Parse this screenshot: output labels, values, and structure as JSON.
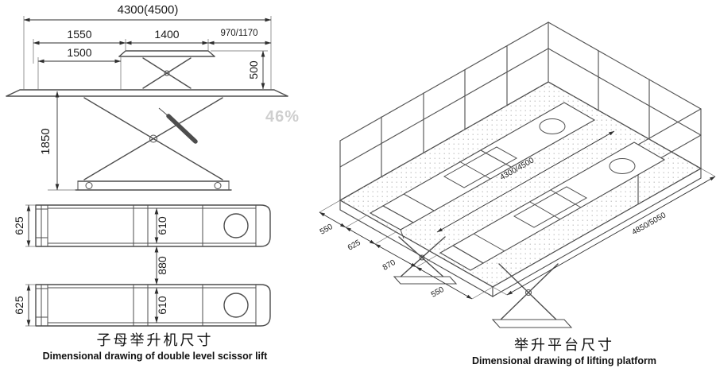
{
  "watermark": "46%",
  "side_view": {
    "dim_total": "4300(4500)",
    "dim_1550": "1550",
    "dim_1400": "1400",
    "dim_970": "970/1170",
    "dim_1500": "1500",
    "dim_500": "500",
    "dim_1850": "1850"
  },
  "plan_view": {
    "dim_625_top": "625",
    "dim_610_top": "610",
    "dim_880": "880",
    "dim_610_bottom": "610",
    "dim_625_bottom": "625"
  },
  "iso_view": {
    "dim_550_a": "550",
    "dim_625": "625",
    "dim_870": "870",
    "dim_550_b": "550",
    "dim_runway_length": "4300/4500",
    "dim_total_length": "4850/5050"
  },
  "captions": {
    "left_cn": "子母举升机尺寸",
    "left_en": "Dimensional drawing of double level scissor lift",
    "right_cn": "举升平台尺寸",
    "right_en": "Dimensional drawing of lifting platform"
  },
  "colors": {
    "line": "#4d4d4d",
    "dim_text": "#1a1a1a",
    "watermark": "#cfcfcf"
  }
}
